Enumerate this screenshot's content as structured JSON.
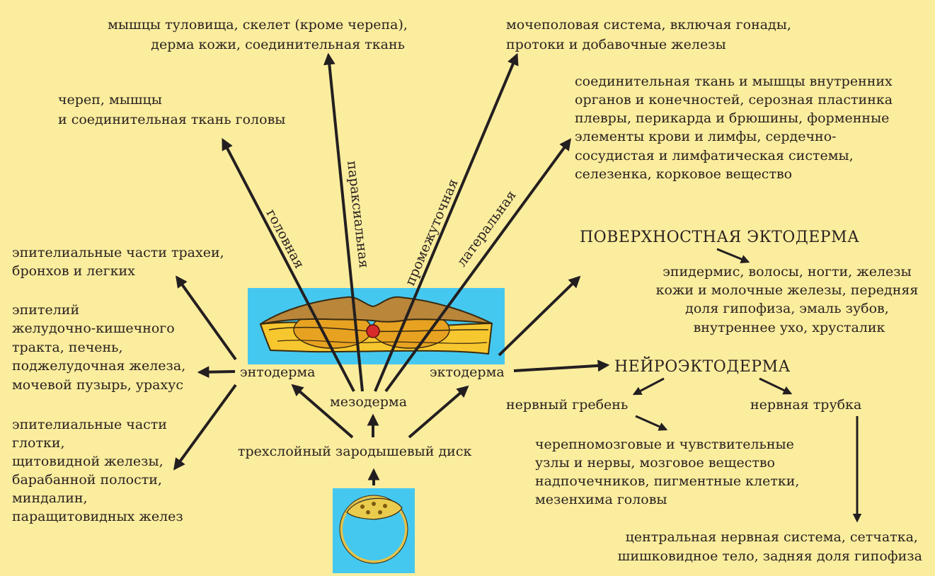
{
  "colors": {
    "background": "#fbed9e",
    "embryo_box": "#45c8ef",
    "text": "#2a2220"
  },
  "mesoderm_outcomes": {
    "paraxial": [
      "мышцы туловища, скелет (кроме черепа),",
      "дерма кожи, соединительная ткань"
    ],
    "head": [
      "череп, мышцы",
      "и соединительная ткань головы"
    ],
    "intermediate": [
      "мочеполовая система, включая гонады,",
      "протоки и добавочные железы"
    ],
    "lateral": [
      "соединительная ткань и мышцы внутренних",
      "органов и конечностей, серозная пластинка",
      "плевры, перикарда и брюшины, форменные",
      "элементы крови и лимфы, сердечно-",
      "сосудистая и лимфатическая системы,",
      "селезенка, корковое вещество"
    ]
  },
  "arrow_labels": {
    "head": "головная",
    "paraxial": "параксиальная",
    "intermediate": "промежуточная",
    "lateral": "латеральная"
  },
  "endoderm_outcomes": {
    "respiratory": [
      "эпителиальные части трахеи,",
      "бронхов и легких"
    ],
    "digestive": [
      "эпителий",
      "желудочно-кишечного",
      "тракта, печень,",
      "поджелудочная железа,",
      "мочевой пузырь, урахус"
    ],
    "pharyngeal": [
      "эпителиальные части",
      "глотки,",
      "щитовидной железы,",
      "барабанной полости,",
      "миндалин,",
      "паращитовидных желез"
    ]
  },
  "germ_layers": {
    "endoderm": "энтодерма",
    "mesoderm": "мезодерма",
    "ectoderm": "эктодерма",
    "disc": "трехслойный зародышевый диск"
  },
  "ectoderm_branches": {
    "surface_title": "ПОВЕРХНОСТНАЯ ЭКТОДЕРМА",
    "surface_outcomes": [
      "эпидермис, волосы, ногти, железы",
      "кожи и молочные железы, передняя",
      "доля гипофиза, эмаль зубов,",
      "внутреннее ухо, хрусталик"
    ],
    "neuro_title": "НЕЙРОЭКТОДЕРМА",
    "neural_crest": "нервный гребень",
    "neural_tube": "нервная трубка",
    "crest_outcomes": [
      "черепномозговые и чувствительные",
      "узлы и нервы, мозговое вещество",
      "надпочечников, пигментные клетки,",
      "мезенхима головы"
    ],
    "tube_outcomes": [
      "центральная нервная система, сетчатка,",
      "шишковидное тело, задняя доля гипофиза"
    ]
  }
}
